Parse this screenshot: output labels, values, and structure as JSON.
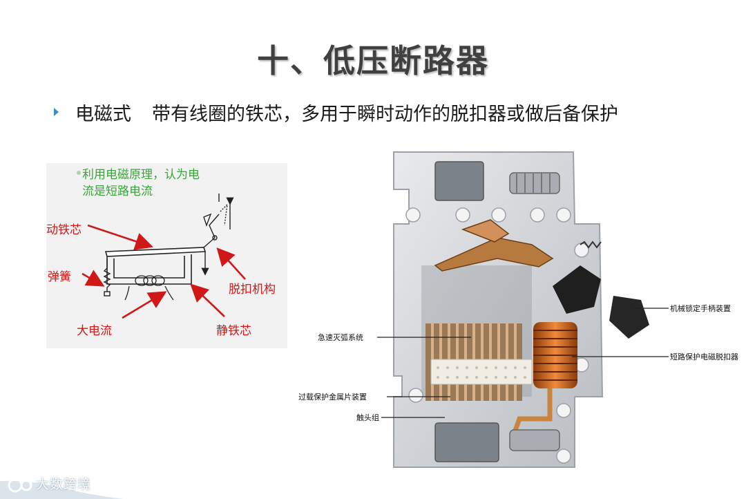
{
  "slide": {
    "title": "十、低压断路器"
  },
  "bullet": {
    "term": "电磁式",
    "description": "带有线圈的铁芯，多用于瞬时动作的脱扣器或做后备保护"
  },
  "schematic": {
    "note_line1": "利用电磁原理，认为电",
    "note_line2": "流是短路电流",
    "labels": {
      "moving_core": "动铁芯",
      "spring": "弹簧",
      "large_current": "大电流",
      "static_core": "静铁芯",
      "trip_mechanism": "脱扣机构"
    }
  },
  "photo": {
    "labels": {
      "arc_system": "急速灭弧系统",
      "overload_device": "过载保护金属片装置",
      "contact_group": "触头组",
      "handle_lock": "机械锁定手柄装置",
      "short_circuit_trip": "短路保护电磁脱扣器"
    }
  },
  "watermark": {
    "text": "大数跨境"
  },
  "colors": {
    "title": "#404040",
    "bullet_marker": "#3b8fc8",
    "schematic_label": "#d01818",
    "note_text": "#3aa33a"
  }
}
